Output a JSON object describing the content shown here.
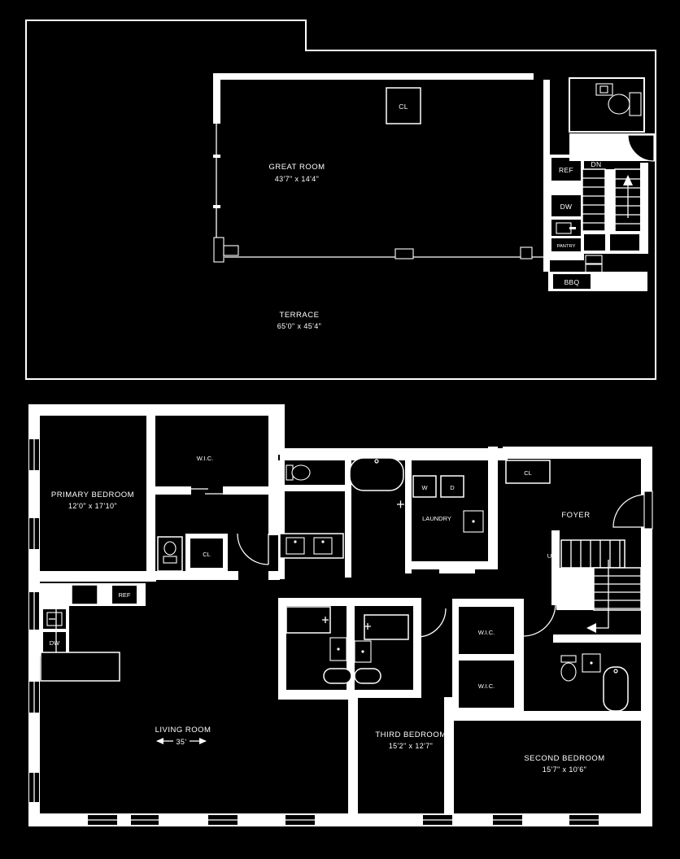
{
  "colors": {
    "background": "#000000",
    "line": "#ffffff"
  },
  "upper": {
    "great_room": {
      "label": "GREAT ROOM",
      "dims": "43'7\" x 14'4\""
    },
    "terrace": {
      "label": "TERRACE",
      "dims": "65'0\" x 45'4\""
    },
    "closet": "CL",
    "stairs_dn": "DN",
    "ref": "REF",
    "dw": "DW",
    "pantry": "PANTRY",
    "bbq": "BBQ"
  },
  "lower": {
    "primary_bedroom": {
      "label": "PRIMARY BEDROOM",
      "dims": "12'0\" x 17'10\""
    },
    "primary_wic": "W.I.C.",
    "hall_closet": "CL",
    "laundry": {
      "label": "LAUNDRY",
      "washer": "W",
      "dryer": "D"
    },
    "foyer": {
      "label": "FOYER",
      "closet": "CL"
    },
    "stairs_up": "UP",
    "kitchen": {
      "ref": "REF",
      "dw": "DW"
    },
    "living_room": {
      "label": "LIVING ROOM",
      "dim": "35'"
    },
    "third_bedroom": {
      "label": "THIRD BEDROOM",
      "dims": "15'2\" x 12'7\""
    },
    "second_bedroom": {
      "label": "SECOND BEDROOM",
      "dims": "15'7\" x 10'6\""
    },
    "wic_a": "W.I.C.",
    "wic_b": "W.I.C."
  }
}
